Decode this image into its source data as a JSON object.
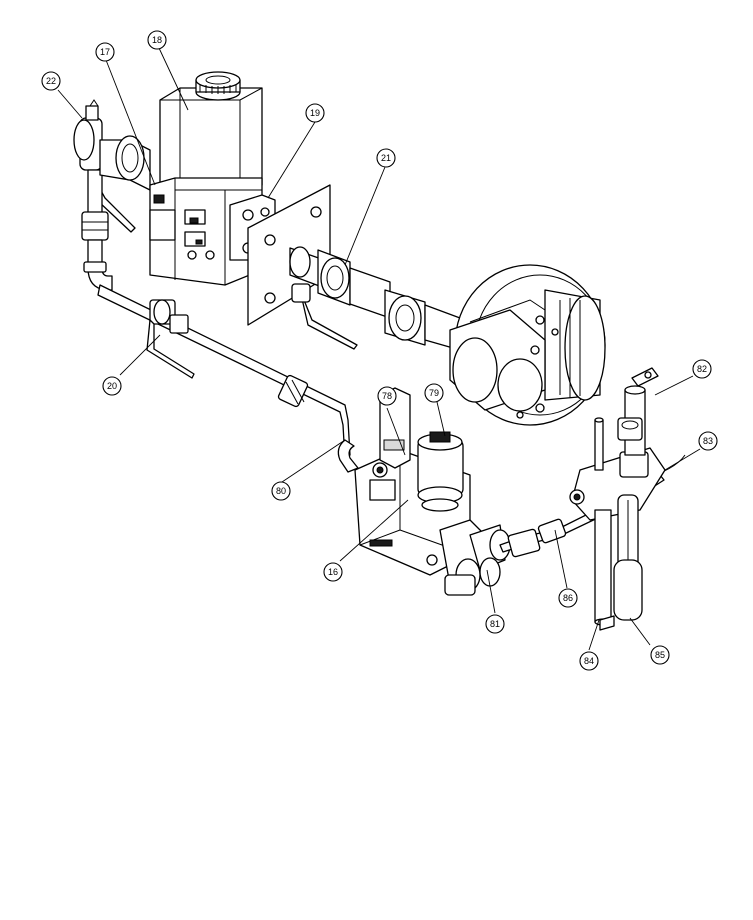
{
  "diagram": {
    "callouts": [
      {
        "id": "c18",
        "label": "18"
      },
      {
        "id": "c17",
        "label": "17"
      },
      {
        "id": "c22",
        "label": "22"
      },
      {
        "id": "c19",
        "label": "19"
      },
      {
        "id": "c21",
        "label": "21"
      },
      {
        "id": "c20",
        "label": "20"
      },
      {
        "id": "c78",
        "label": "78"
      },
      {
        "id": "c79",
        "label": "79"
      },
      {
        "id": "c80",
        "label": "80"
      },
      {
        "id": "c82",
        "label": "82"
      },
      {
        "id": "c83",
        "label": "83"
      },
      {
        "id": "c16",
        "label": "16"
      },
      {
        "id": "c81",
        "label": "81"
      },
      {
        "id": "c86",
        "label": "86"
      },
      {
        "id": "c84",
        "label": "84"
      },
      {
        "id": "c85",
        "label": "85"
      }
    ]
  }
}
